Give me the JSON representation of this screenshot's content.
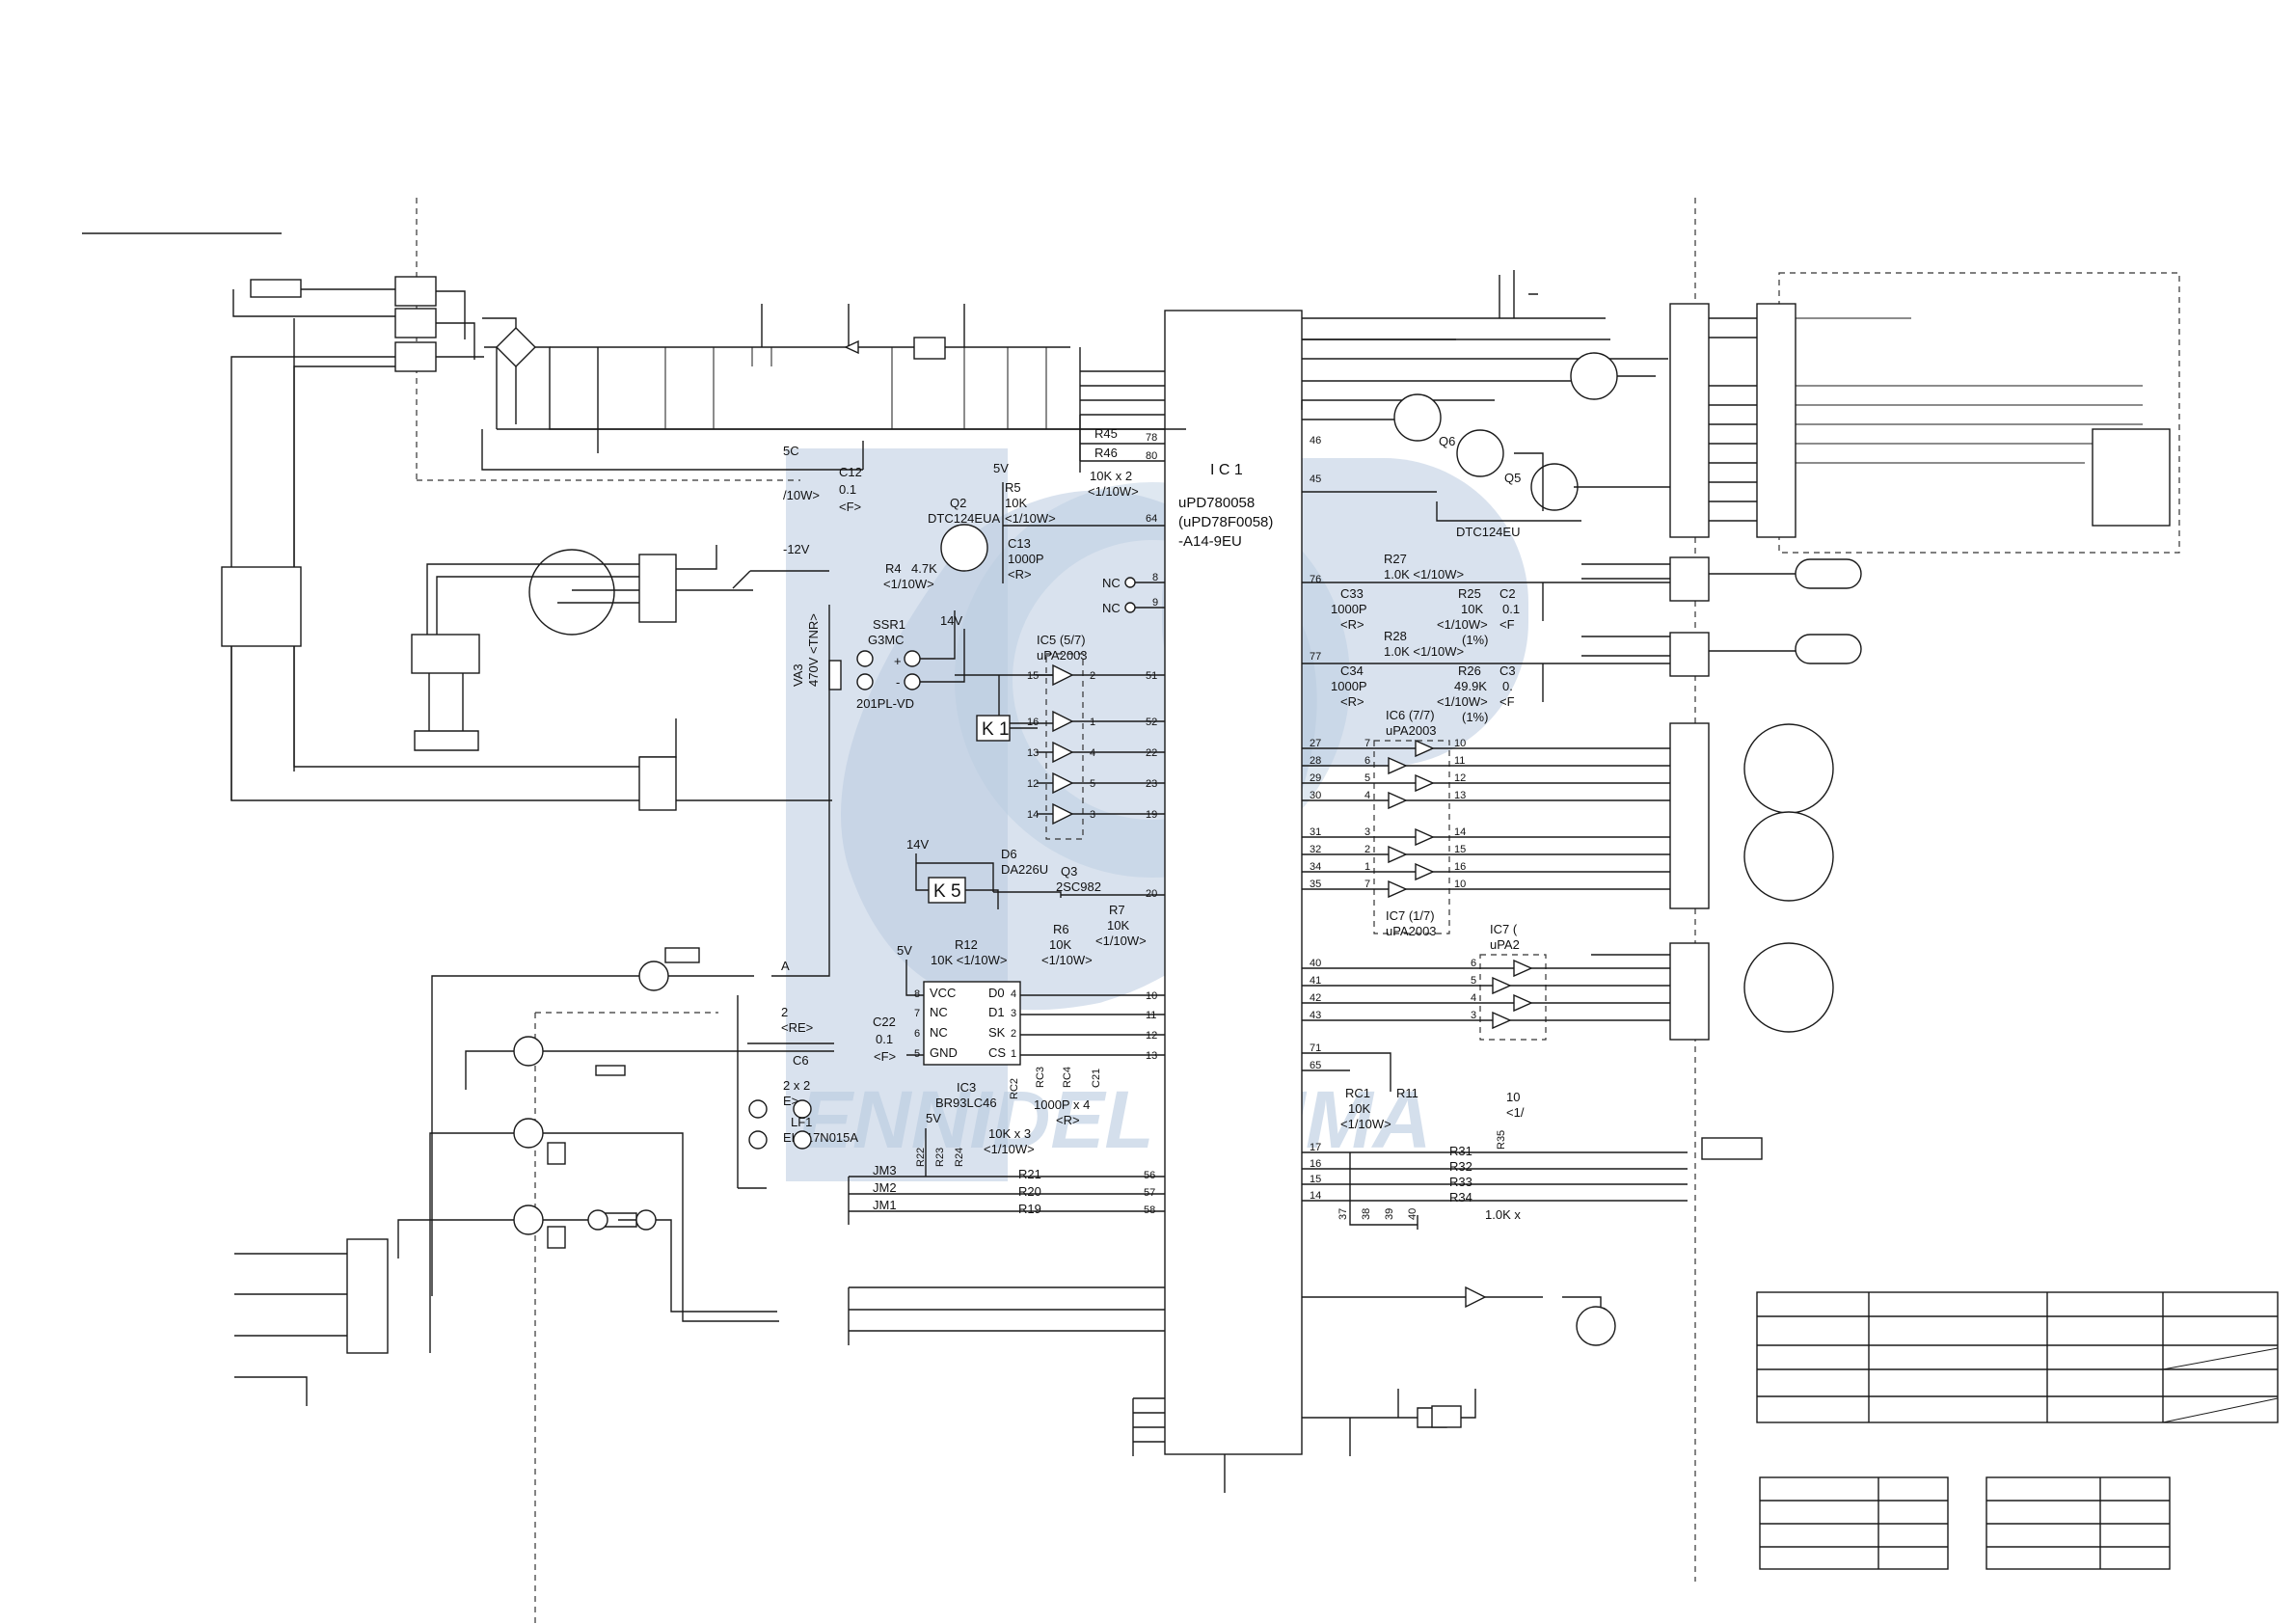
{
  "watermark": {
    "text": "ENNIDEL CLIMA",
    "color": "#b9cbe0"
  },
  "ic1": {
    "title": "I C 1",
    "line1": "uPD780058",
    "line2": "(uPD78F0058)",
    "line3": "-A14-9EU"
  },
  "labels": {
    "r45": "R45",
    "r46": "R46",
    "r45_val": "10K x 2",
    "r45_w": "<1/10W>",
    "five_c": "5C",
    "c12": "C12",
    "c12_v": "0.1",
    "c12_f": "<F>",
    "w10": "/10W>",
    "q2": "Q2",
    "q2_t": "DTC124EUA",
    "v5a": "5V",
    "r5": "R5",
    "r5_v": "10K",
    "r5_w": "<1/10W>",
    "c13": "C13",
    "c13_v": "1000P",
    "c13_r": "<R>",
    "neg12": "-12V",
    "r4": "R4",
    "r4_v": "4.7K",
    "r4_w": "<1/10W>",
    "va3": "VA3",
    "va3_t": "470V <TNR>",
    "ssr1": "SSR1",
    "ssr1_t": "G3MC",
    "ssr1_m": "201PL-VD",
    "plus": "+",
    "minus": "-",
    "v14a": "14V",
    "k1": "K 1",
    "ic5": "IC5 (5/7)",
    "ic5_t": "uPA2003",
    "v14b": "14V",
    "d6": "D6",
    "d6_t": "DA226U",
    "k5": "K 5",
    "q3": "Q3",
    "q3_t": "2SC982",
    "r6": "R6",
    "r6_v": "10K",
    "r6_w": "<1/10W>",
    "r7": "R7",
    "r7_v": "10K",
    "r7_w": "<1/10W>",
    "v5b": "5V",
    "r12": "R12",
    "r12_v": "10K <1/10W>",
    "vcc": "VCC",
    "nc1": "NC",
    "nc2": "NC",
    "gnd": "GND",
    "d0": "D0",
    "d1": "D1",
    "sk": "SK",
    "cs": "CS",
    "ic3": "IC3",
    "ic3_t": "BR93LC46",
    "c22": "C22",
    "c22_v": "0.1",
    "c22_f": "<F>",
    "rc2": "RC2",
    "rc3": "RC3",
    "rc4": "RC4",
    "c21": "C21",
    "rc_v": "1000P x 4",
    "rc_r": "<R>",
    "two": "2",
    "re": "<RE>",
    "c6": "C6",
    "c6_v": "2 x 2",
    "e": "E>",
    "lf1": "LF1",
    "lf1_t": "ELF17N015A",
    "a": "A",
    "v5c": "5V",
    "r22": "R22",
    "r23": "R23",
    "r24": "R24",
    "r2x_v": "10K x 3",
    "r2x_w": "<1/10W>",
    "jm3": "JM3",
    "jm2": "JM2",
    "jm1": "JM1",
    "r21": "R21",
    "r20": "R20",
    "r19": "R19",
    "nc_a": "NC",
    "nc_b": "NC",
    "q6": "Q6",
    "q5": "Q5",
    "dtc": "DTC124EU",
    "r27": "R27",
    "r27_v": "1.0K <1/10W>",
    "c33": "C33",
    "c33_v": "1000P",
    "c33_r": "<R>",
    "r25": "R25",
    "r25_v": "10K",
    "r25_w": "<1/10W>",
    "r25_p": "(1%)",
    "c2": "C2",
    "c2_v": "0.1",
    "c2_f": "<F",
    "r28": "R28",
    "r28_v": "1.0K <1/10W>",
    "c34": "C34",
    "c34_v": "1000P",
    "c34_r": "<R>",
    "r26": "R26",
    "r26_v": "49.9K",
    "r26_w": "<1/10W>",
    "r26_p": "(1%)",
    "c3": "C3",
    "c3_v": "0.",
    "c3_f": "<F",
    "ic6": "IC6 (7/7)",
    "ic6_t": "uPA2003",
    "ic7a": "IC7 (1/7)",
    "ic7a_t": "uPA2003",
    "ic7b": "IC7 (",
    "ic7b_t": "uPA2",
    "rc1": "RC1",
    "rc1_v": "10K",
    "rc1_w": "<1/10W>",
    "r11": "R11",
    "r35": "R35",
    "r35_v": "10",
    "r35_w": "<1/",
    "r31": "R31",
    "r32": "R32",
    "r33": "R33",
    "r34": "R34",
    "r3x_v": "1.0K x"
  },
  "pins": {
    "p78": "78",
    "p80": "80",
    "p64": "64",
    "p8": "8",
    "p9": "9",
    "p51": "51",
    "p52": "52",
    "p22": "22",
    "p23": "23",
    "p19": "19",
    "p20": "20",
    "p10": "10",
    "p11": "11",
    "p12": "12",
    "p13": "13",
    "p56": "56",
    "p57": "57",
    "p58": "58",
    "i15": "15",
    "i16": "16",
    "i13": "13",
    "i12": "12",
    "i14": "14",
    "o2": "2",
    "o1": "1",
    "o4": "4",
    "o5": "5",
    "o3": "3",
    "e8": "8",
    "e7": "7",
    "e6": "6",
    "e5": "5",
    "e4": "4",
    "e3": "3",
    "e2": "2",
    "e1": "1",
    "p46": "46",
    "p45": "45",
    "p76": "76",
    "p77": "77",
    "p27": "27",
    "p28": "28",
    "p29": "29",
    "p30": "30",
    "p31": "31",
    "p32": "32",
    "p34": "34",
    "p35": "35",
    "g7": "7",
    "g6": "6",
    "g5": "5",
    "g4": "4",
    "g3": "3",
    "g2": "2",
    "g1": "1",
    "g7b": "7",
    "h10": "10",
    "h11": "11",
    "h12": "12",
    "h13": "13",
    "h14": "14",
    "h15": "15",
    "h16": "16",
    "h10b": "10",
    "p40": "40",
    "p41": "41",
    "p42": "42",
    "p43": "43",
    "k6": "6",
    "k5": "5",
    "k4": "4",
    "k3": "3",
    "p71": "71",
    "p65": "65",
    "p17": "17",
    "p16": "16",
    "p15": "15",
    "p14": "14",
    "p37": "37",
    "p38": "38",
    "p39": "39",
    "p40b": "40"
  }
}
